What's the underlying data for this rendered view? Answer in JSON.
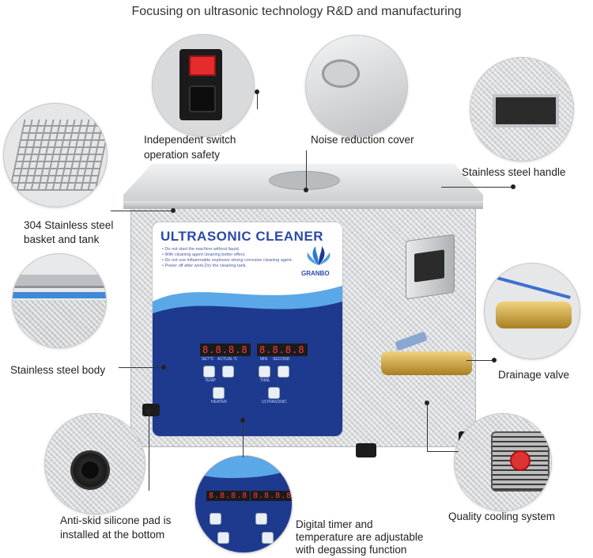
{
  "headline": "Focusing on ultrasonic technology R&D and manufacturing",
  "features": {
    "switch": "Independent switch\noperation safety",
    "cover": "Noise reduction cover",
    "handle": "Stainless steel handle",
    "basket_line1": "304 Stainless steel",
    "basket_line2": "basket and tank",
    "body": "Stainless steel body",
    "valve": "Drainage valve",
    "pad_line1": "Anti-skid silicone pad is",
    "pad_line2": "installed at the bottom",
    "timer_line1": "Digital timer and",
    "timer_line2": "temperature are adjustable",
    "timer_line3": "with degassing function",
    "cooling": "Quality cooling system"
  },
  "device": {
    "title": "ULTRASONIC CLEANER",
    "brand": "GRANBO",
    "notes": [
      "• Do not start the machine without liquid.",
      "• With cleaning agent cleaning better effect.",
      "• Do not use inflammable explosive strong corrosive cleaning agent.",
      "• Power off after work.Dry the cleaning tank."
    ],
    "temp_display": "8.8.8.8",
    "time_display": "8.8.8.8",
    "labels": {
      "set_temp": "SET°C",
      "actual_temp": "ACTUAL°C",
      "min": "MIN",
      "second": "SECOND",
      "temp": "TEMP",
      "time": "TIME",
      "heater": "HEATER",
      "ultrasonic": "ULTRASONIC"
    }
  },
  "colors": {
    "panel_blue": "#1e3a8f",
    "accent_blue": "#2c7bd0",
    "brass": "#c9a24a",
    "steel": "#d4d6d9"
  }
}
